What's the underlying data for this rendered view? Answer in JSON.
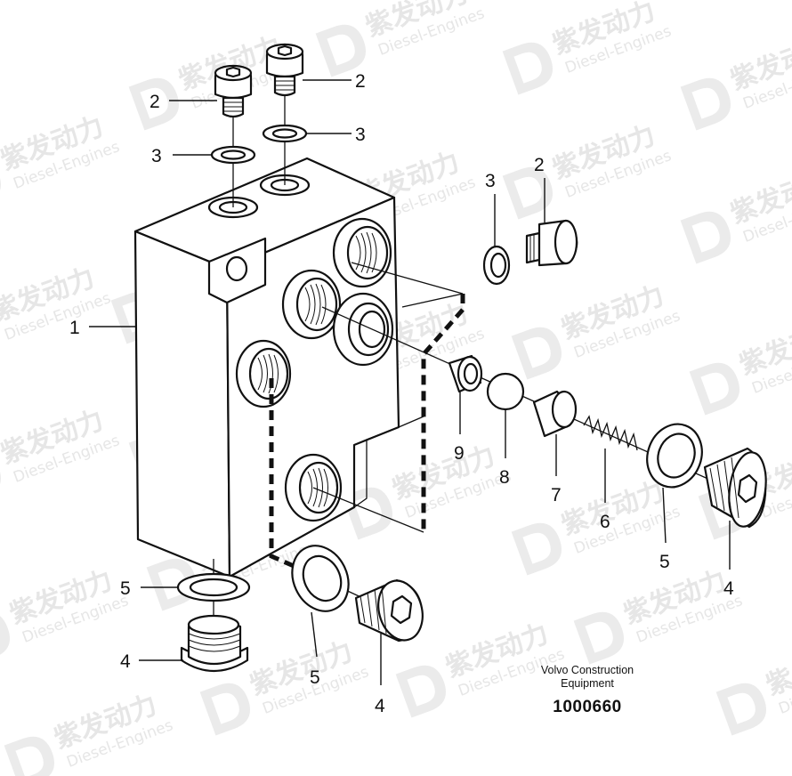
{
  "watermark": {
    "brand_cn": "紫发动力",
    "brand_en": "Diesel-Engines"
  },
  "callouts": [
    {
      "id": "c1",
      "label": "1"
    },
    {
      "id": "c2a",
      "label": "2"
    },
    {
      "id": "c2b",
      "label": "2"
    },
    {
      "id": "c2c",
      "label": "2"
    },
    {
      "id": "c3a",
      "label": "3"
    },
    {
      "id": "c3b",
      "label": "3"
    },
    {
      "id": "c3c",
      "label": "3"
    },
    {
      "id": "c4a",
      "label": "4"
    },
    {
      "id": "c4b",
      "label": "4"
    },
    {
      "id": "c4c",
      "label": "4"
    },
    {
      "id": "c5a",
      "label": "5"
    },
    {
      "id": "c5b",
      "label": "5"
    },
    {
      "id": "c5c",
      "label": "5"
    },
    {
      "id": "c6",
      "label": "6"
    },
    {
      "id": "c7",
      "label": "7"
    },
    {
      "id": "c8",
      "label": "8"
    },
    {
      "id": "c9",
      "label": "9"
    }
  ],
  "caption": {
    "maker_line1": "Volvo Construction",
    "maker_line2": "Equipment",
    "part_number": "1000660"
  }
}
